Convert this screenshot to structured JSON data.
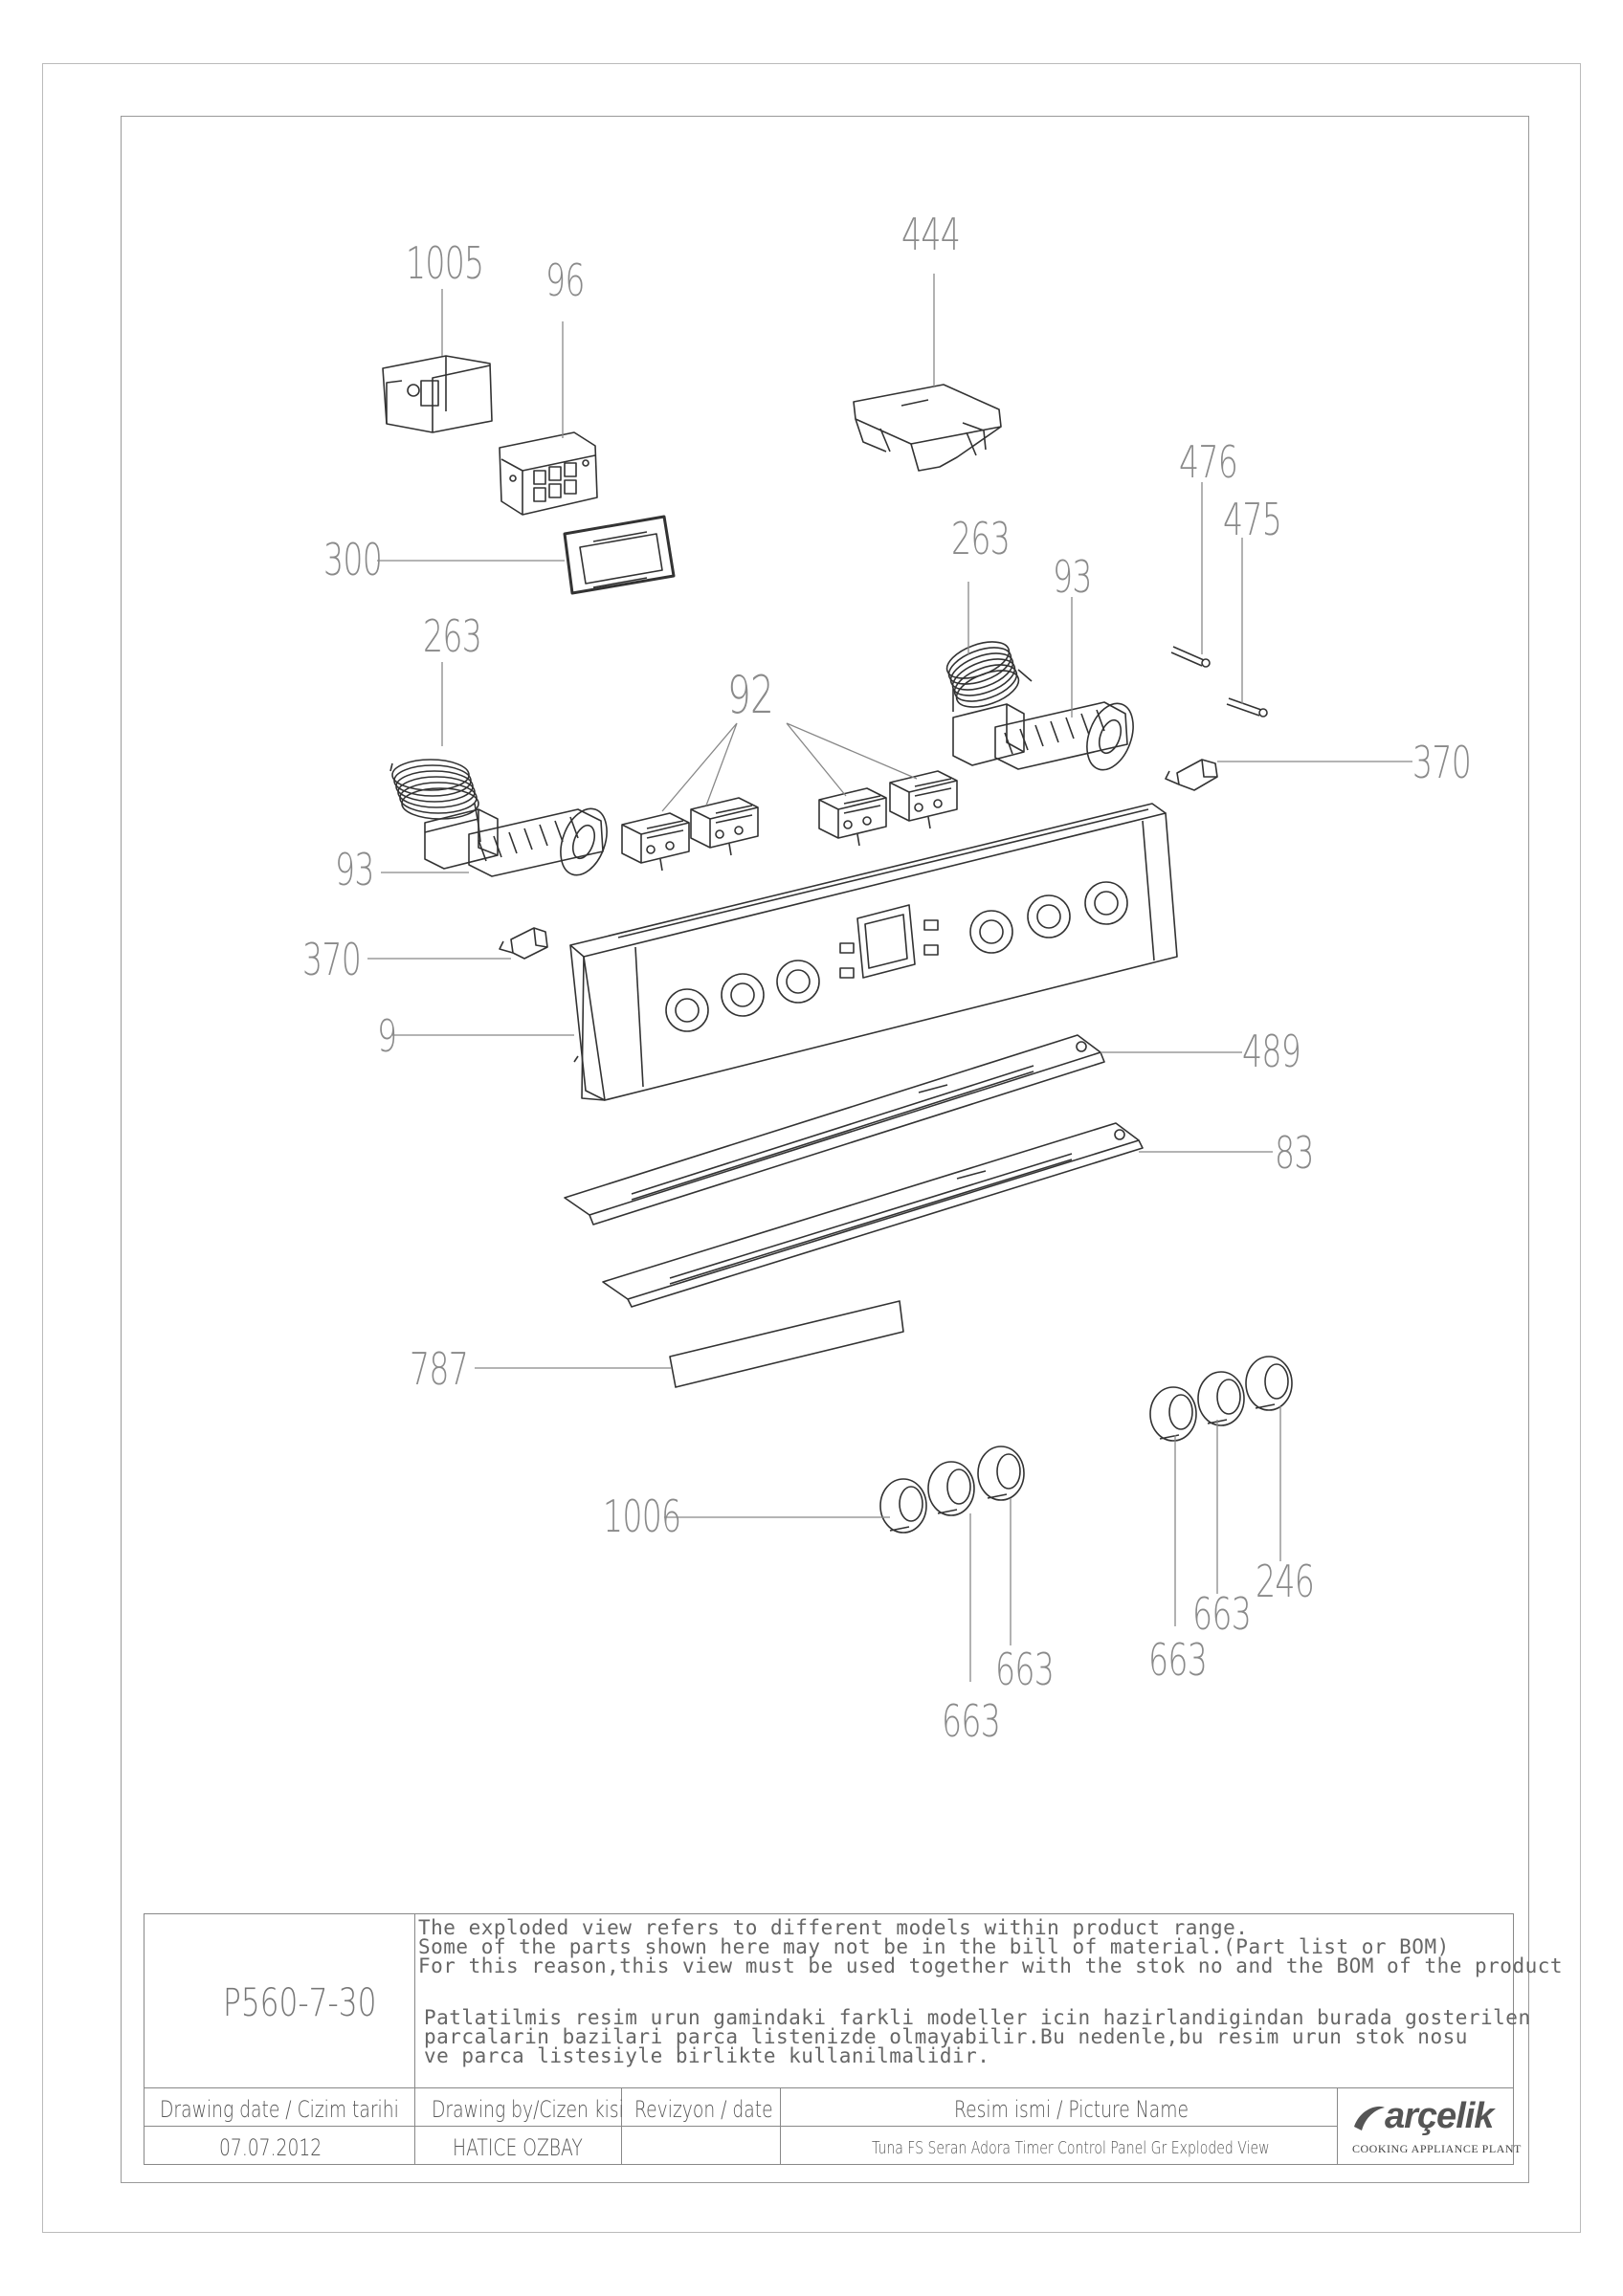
{
  "part_labels": [
    {
      "id": "p1005",
      "text": "1005"
    },
    {
      "id": "p96",
      "text": "96"
    },
    {
      "id": "p444",
      "text": "444"
    },
    {
      "id": "p300",
      "text": "300"
    },
    {
      "id": "p476",
      "text": "476"
    },
    {
      "id": "p475",
      "text": "475"
    },
    {
      "id": "p263a",
      "text": "263"
    },
    {
      "id": "p93a",
      "text": "93"
    },
    {
      "id": "p263b",
      "text": "263"
    },
    {
      "id": "p92",
      "text": "92"
    },
    {
      "id": "p370a",
      "text": "370"
    },
    {
      "id": "p93b",
      "text": "93"
    },
    {
      "id": "p370b",
      "text": "370"
    },
    {
      "id": "p9",
      "text": "9"
    },
    {
      "id": "p489",
      "text": "489"
    },
    {
      "id": "p83",
      "text": "83"
    },
    {
      "id": "p787",
      "text": "787"
    },
    {
      "id": "p1006",
      "text": "1006"
    },
    {
      "id": "p246",
      "text": "246"
    },
    {
      "id": "p663a",
      "text": "663"
    },
    {
      "id": "p663b",
      "text": "663"
    },
    {
      "id": "p663c",
      "text": "663"
    },
    {
      "id": "p663d",
      "text": "663"
    }
  ],
  "title_block": {
    "model_code": "P560-7-30",
    "note_en": [
      "The exploded view refers to different models within product range.",
      "Some of the parts shown here may not be in the bill of material.(Part list or BOM)",
      "For this reason,this view must be used together with the stok no and the BOM of the product"
    ],
    "note_tr": [
      "Patlatilmis resim urun gamindaki farkli modeller icin hazirlandigindan burada gosterilen",
      "parcalarin bazilari parca listenizde olmayabilir.Bu nedenle,bu resim urun stok nosu",
      "ve parca listesiyle birlikte kullanilmalidir."
    ],
    "drawing_date_header": "Drawing date / Cizim tarihi",
    "drawing_date": "07.07.2012",
    "drawn_by_header": "Drawing by/Cizen kisi",
    "drawn_by": "HATICE OZBAY",
    "revision_header": "Revizyon / date",
    "revision": "",
    "picture_name_header": "Resim ismi / Picture Name",
    "picture_name": "Tuna FS Seran Adora Timer Control Panel Gr Exploded View",
    "brand": "arçelik",
    "plant": "COOKING APPLIANCE PLANT"
  },
  "colors": {
    "line": "#333333",
    "leader": "#888888",
    "label": "#8a8a8a",
    "brand_icon": "#555555"
  }
}
